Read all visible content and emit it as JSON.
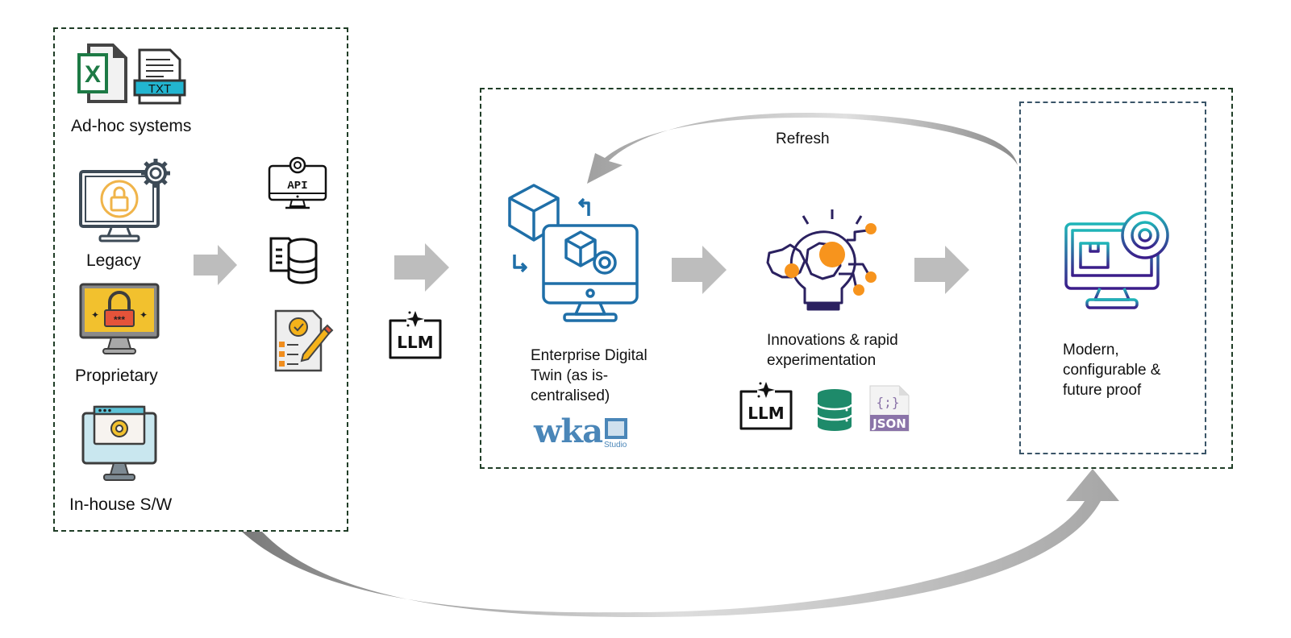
{
  "diagram": {
    "source_group": {
      "items": [
        {
          "label": "Ad-hoc systems",
          "icons": [
            "excel-file-icon",
            "txt-file-icon"
          ]
        },
        {
          "label": "Legacy",
          "icons": [
            "legacy-monitor-lock-gear-icon"
          ]
        },
        {
          "label": "Proprietary",
          "icons": [
            "proprietary-monitor-password-lock-icon"
          ]
        },
        {
          "label": "In-house S/W",
          "icons": [
            "inhouse-monitor-gear-icon"
          ]
        }
      ],
      "extraction_icons": [
        {
          "name": "api-monitor-icon",
          "text": "API"
        },
        {
          "name": "database-documents-icon"
        },
        {
          "name": "checklist-pencil-icon"
        }
      ]
    },
    "llm_badge": {
      "text": "LLM"
    },
    "stages": [
      {
        "label": "Enterprise Digital Twin (as is-centralised)",
        "label_lines": [
          "Enterprise Digital",
          "Twin (as is-",
          "centralised)"
        ],
        "logo": {
          "text": "wka",
          "subtext": "Studio"
        }
      },
      {
        "label": "Innovations & rapid experimentation",
        "label_lines": [
          "Innovations & rapid",
          "experimentation"
        ],
        "tools": [
          {
            "name": "llm-icon",
            "text": "LLM"
          },
          {
            "name": "database-icon"
          },
          {
            "name": "json-file-icon",
            "text": "JSON",
            "glyph": "{;}"
          }
        ]
      },
      {
        "label": "Modern, configurable & future proof",
        "label_lines": [
          "Modern,",
          "configurable &",
          "future proof"
        ]
      }
    ],
    "refresh_arrow": {
      "label": "Refresh"
    },
    "colors": {
      "group_border": "#1f3d26",
      "target_border": "#3a5568",
      "arrow_gray": "#bdbdbd",
      "twin_blue": "#1f6fa8",
      "innovation_orange": "#f7941d",
      "innovation_navy": "#2b2160",
      "db_green": "#1e8a6a",
      "json_purple": "#8a73a8",
      "wka_blue": "#4a86b8"
    }
  }
}
